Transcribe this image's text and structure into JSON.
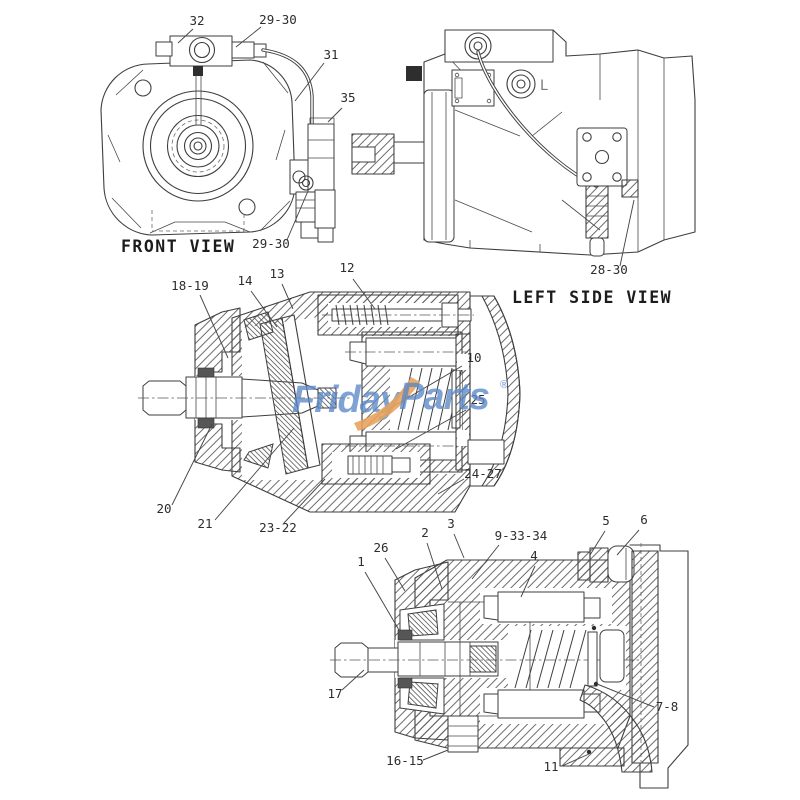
{
  "watermark": {
    "part1": "Friday",
    "part2": "Parts",
    "reg": "®",
    "blue": "#5b89c7",
    "orange": "#e8a25a"
  },
  "front_view": {
    "label": "FRONT VIEW",
    "callouts": [
      "32",
      "29-30",
      "31",
      "35",
      "29-30"
    ]
  },
  "left_side_view": {
    "label": "LEFT SIDE VIEW",
    "port_letter": "L",
    "callouts": [
      "28-30"
    ]
  },
  "middle_section": {
    "callouts": [
      "18-19",
      "14",
      "13",
      "12",
      "10",
      "25",
      "24-27",
      "20",
      "21",
      "23-22"
    ]
  },
  "bottom_section": {
    "callouts": [
      "26",
      "1",
      "2",
      "3",
      "9-33-34",
      "4",
      "5",
      "6",
      "17",
      "7-8",
      "16-15",
      "11"
    ]
  }
}
